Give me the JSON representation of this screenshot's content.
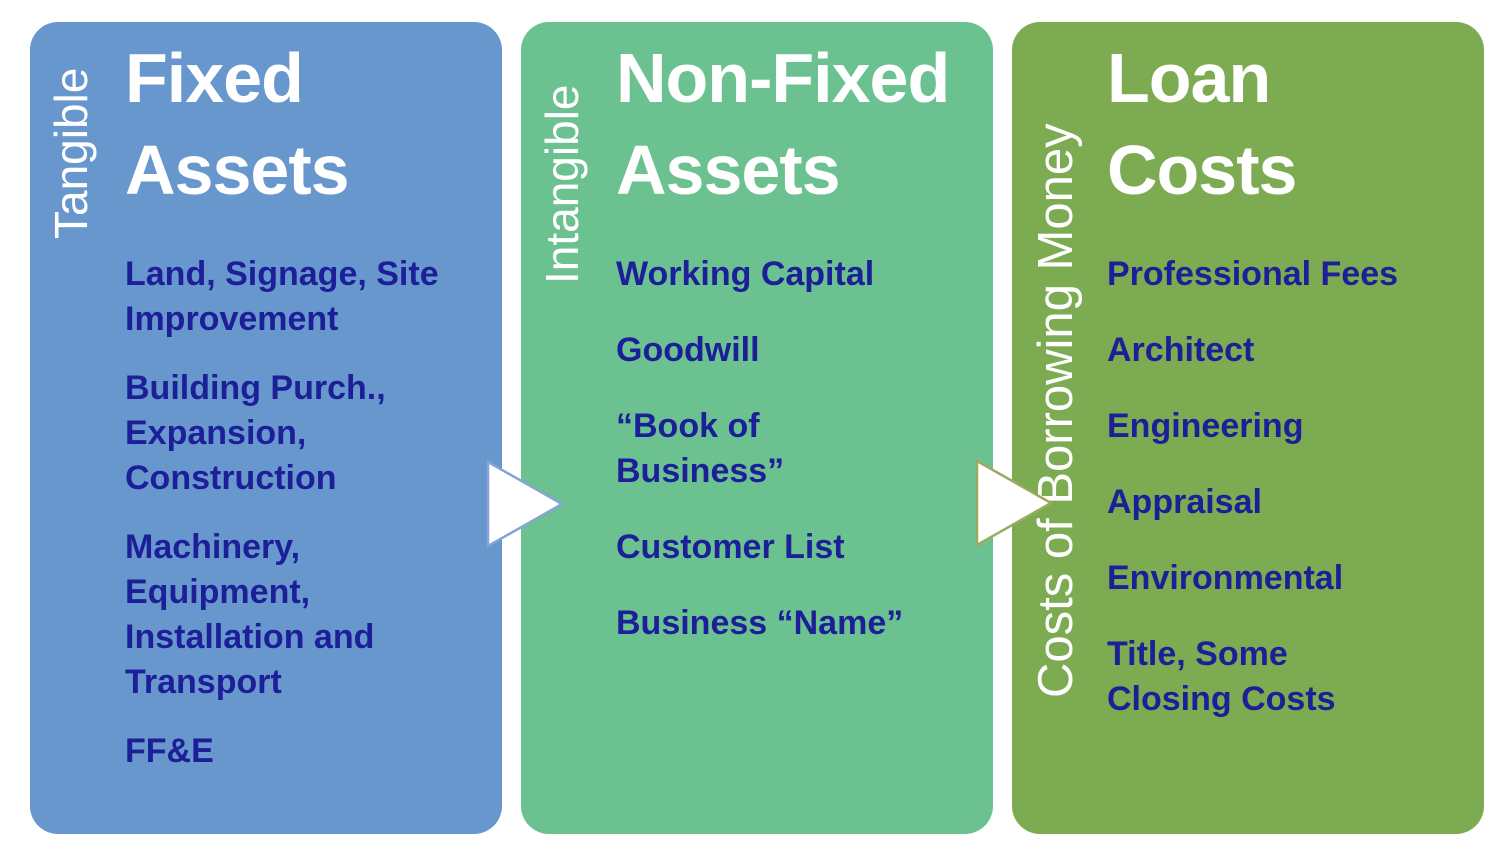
{
  "colors": {
    "page_background": "#ffffff",
    "heading_text": "#ffffff",
    "item_text": "#1c1f98"
  },
  "columns": [
    {
      "side_label": "Tangible",
      "title": "Fixed\nAssets",
      "background": "#6897ce",
      "items": [
        "Land, Signage, Site\nImprovement",
        "Building Purch.,\nExpansion,\nConstruction",
        "Machinery,\nEquipment,\nInstallation and\nTransport",
        "FF&E"
      ]
    },
    {
      "side_label": "Intangible",
      "title": "Non-Fixed\nAssets",
      "background": "#6cc191",
      "items": [
        "Working Capital",
        "Goodwill",
        "“Book of\nBusiness”",
        "Customer List",
        "Business “Name”"
      ]
    },
    {
      "side_label": "Costs of Borrowing Money",
      "title": "Loan\nCosts",
      "background": "#7cab51",
      "items": [
        "Professional Fees",
        "Architect",
        "Engineering",
        "Appraisal",
        "Environmental",
        "Title, Some\nClosing Costs"
      ]
    }
  ],
  "arrows": [
    {
      "direction": "right",
      "fill": "#ffffff",
      "border_color": "#86a3d8"
    },
    {
      "direction": "right",
      "fill": "#ffffff",
      "border_color": "#9caa5e"
    }
  ]
}
